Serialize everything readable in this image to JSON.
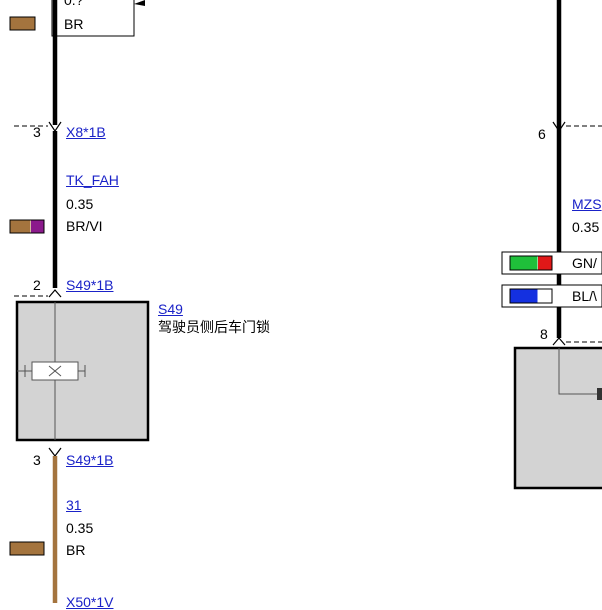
{
  "colors": {
    "black": "#000000",
    "brown": "#a4743e",
    "violet": "#8b1a8c",
    "green": "#1fbf3a",
    "red": "#e01818",
    "blue": "#1430e0",
    "white": "#ffffff",
    "component_fill": "#d3d3d3",
    "link": "#1a22c8"
  },
  "left": {
    "top_wire": {
      "cut_text": "0.?",
      "color_code": "BR"
    },
    "x8": {
      "pin": "3",
      "connector": "X8*1B"
    },
    "tk_wire": {
      "name": "TK_FAH",
      "size": "0.35",
      "color_code": "BR/VI"
    },
    "s49_in": {
      "pin": "2",
      "connector": "S49*1B"
    },
    "s49": {
      "id": "S49",
      "description": "驾驶员侧后车门锁"
    },
    "s49_out": {
      "pin": "3",
      "connector": "S49*1B"
    },
    "ground_wire": {
      "name": "31",
      "size": "0.35",
      "color_code": "BR"
    },
    "bottom_cut": "X50*1V"
  },
  "right": {
    "pin6": {
      "pin": "6"
    },
    "mz_wire": {
      "name": "MZS",
      "size": "0.35",
      "color_code_1": "GN/",
      "color_code_2": "BL/\\"
    },
    "pin8": {
      "pin": "8"
    }
  }
}
